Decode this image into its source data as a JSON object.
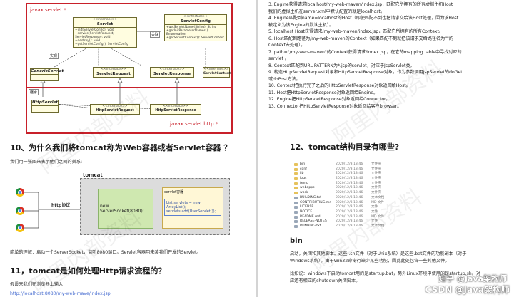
{
  "left": {
    "uml": {
      "tag_top": "javax.servlet.*",
      "tag_bottom": "javax.servlet.http.*",
      "label_impl": "实现",
      "label_assoc": "关联",
      "label_extends": "继承",
      "servlet": {
        "stereo": "<<interface>>",
        "name": "Servlet",
        "body": "+init(ServletConfig): void\n+service(ServletRequest, ServletResponse): void\n+destroy(): void\n+getServletConfig(): ServletConfig"
      },
      "servlet_config": {
        "stereo": "<<interface>>",
        "name": "ServletConfig",
        "body": "+getServletName(String): String\n+getInitParameterNames(): Enumeration\n+getServletContext(): ServletContext"
      },
      "generic_servlet": {
        "name": "GenericServlet"
      },
      "servlet_request": {
        "stereo": "<<interface>>",
        "name": "ServletRequest"
      },
      "servlet_response": {
        "stereo": "<<interface>>",
        "name": "ServletResponse"
      },
      "servlet_context": {
        "stereo": "<<interface>>",
        "name": "ServletContext"
      },
      "http_servlet": {
        "name": "HttpServlet"
      },
      "http_request": {
        "stereo": "<<interface>>",
        "name": "HttpServletRequest"
      },
      "http_response": {
        "stereo": "<<interface>>",
        "name": "HttpServletResponse"
      }
    },
    "q10": "10、为什么我们将tomcat称为Web容器或者Servlet容器 ？",
    "q10_intro": "我们用一张图来表示他们之间的关系:",
    "tomcat_diagram": {
      "title": "tomcat",
      "http_label": "http协议",
      "server_socket": "new ServerSocket(8080);",
      "servlet_box_title": "servlet容器",
      "servlet_box_code": "List servlets = new ArrayList();\nservlets.add(UserServlet());"
    },
    "summary": "简单的理解：启动一个ServerSocket，监听8080端口。Servlet容器用来装我们开发的Servlet。",
    "q11": "11，tomcat是如何处理Http请求流程的？",
    "q11_intro": "假设来我们在浏览器上输入",
    "url_partial": "http://localhost:8080/my-web-mave/index.jsp"
  },
  "right": {
    "steps": [
      "3. Engine获得请求localhost/my-web-maven/index.jsp，匹配它所拥有的所有虚拟主机Host",
      "我们的虚拟主机在server.xml中默认配置的就是localhost。",
      "4. Engine匹配到name=localhost的Host（即使匹配不到也把请求交给该Host处理，因为该Host",
      "被定义为该Engine的默认主机）。",
      "5. localhost Host获得请求/my-web-maven/index.jsp，匹配它所拥有的所有Context。",
      "6. Host匹配到路径为/my-web-maven的Context（如果匹配不到就把该请求交给路径名为\"\"的",
      "Context去处理）。",
      "7. path=\"/my-web-maven\"的Context获得请求/index.jsp，在它的mapping table中寻找对应的",
      "servlet 。",
      "8. Context匹配到URL PATTERN为*.jsp的servlet，对应于JspServlet类。",
      "9. 构造HttpServletRequest对象和HttpServletResponse对象，作为参数调用JspServlet的doGet",
      "或doPost方法。",
      "10. Context把执行完了之后的HttpServletResponse对象返回给Host。",
      "11. Host把HttpServletResponse对象返回给Engine。",
      "12. Engine把HttpServletResponse对象返回给Connector。",
      "13. Connector把HttpServletResponse对象返回给客户browser。"
    ],
    "q12": "12、tomcat结构目录有哪些?",
    "files": [
      {
        "name": "bin",
        "date": "2020/12/3 13:46",
        "type": "文件夹",
        "kind": "folder"
      },
      {
        "name": "conf",
        "date": "2020/12/3 13:46",
        "type": "文件夹",
        "kind": "folder"
      },
      {
        "name": "lib",
        "date": "2020/12/3 13:46",
        "type": "文件夹",
        "kind": "folder"
      },
      {
        "name": "logs",
        "date": "2020/12/3 13:46",
        "type": "文件夹",
        "kind": "folder"
      },
      {
        "name": "temp",
        "date": "2020/12/3 13:46",
        "type": "文件夹",
        "kind": "folder"
      },
      {
        "name": "webapps",
        "date": "2020/12/3 13:46",
        "type": "文件夹",
        "kind": "folder"
      },
      {
        "name": "work",
        "date": "2020/12/3 13:46",
        "type": "文件夹",
        "kind": "folder"
      },
      {
        "name": "BUILDING.txt",
        "date": "2020/12/3 13:46",
        "type": "文本文档",
        "kind": "doc"
      },
      {
        "name": "CONTRIBUTING.md",
        "date": "2020/12/3 13:46",
        "type": "MD 文件",
        "kind": "doc"
      },
      {
        "name": "LICENSE",
        "date": "2020/12/3 13:46",
        "type": "文件",
        "kind": "doc"
      },
      {
        "name": "NOTICE",
        "date": "2020/12/3 13:46",
        "type": "文件",
        "kind": "doc"
      },
      {
        "name": "README.md",
        "date": "2020/12/3 13:46",
        "type": "MD 文件",
        "kind": "doc"
      },
      {
        "name": "RELEASE-NOTES",
        "date": "2020/12/3 13:46",
        "type": "文件",
        "kind": "doc"
      },
      {
        "name": "RUNNING.txt",
        "date": "2020/12/3 13:46",
        "type": "文本文档",
        "kind": "doc"
      }
    ],
    "bin_title": "bin",
    "bin_text_1": "启动，关闭和其他脚本。这些 .sh文件（对于Unix系统）是这些.bat文件的功能副本（对于",
    "bin_text_2": "Windows系统）。由于Win32命令行缺少某些功能，因此此处包含一些其他文件。",
    "bin_text_3": "比如说：windows下启动tomcat用的是startup.bat，另外Linux环境中使用的是startup.sh。对",
    "bin_text_4": "应还有相应的shutdown关闭脚本。",
    "watermark": "CSDN @Java架构师",
    "watermark_zh": "知乎 @Java架构师"
  }
}
